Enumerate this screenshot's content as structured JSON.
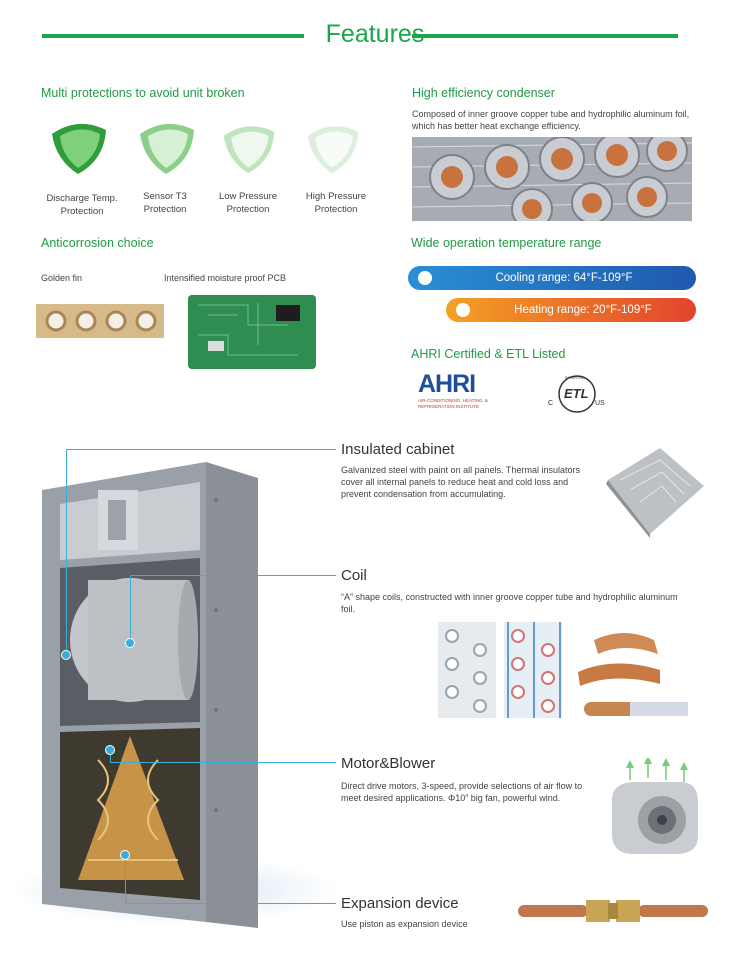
{
  "header": {
    "title": "Features"
  },
  "protections": {
    "title": "Multi protections to avoid unit broken",
    "items": [
      {
        "label": "Discharge Temp. Protection"
      },
      {
        "label": "Sensor T3 Protection"
      },
      {
        "label": "Low Pressure Protection"
      },
      {
        "label": "High Pressure Protection"
      }
    ]
  },
  "condenser": {
    "title": "High efficiency condenser",
    "desc": "Composed of inner groove copper tube and hydrophilic aluminum foil, which has better heat exchange efficiency."
  },
  "anticorrosion": {
    "title": "Anticorrosion choice",
    "fin_label": "Golden fin",
    "pcb_label": "Intensified moisture proof PCB"
  },
  "temperature": {
    "title": "Wide operation temperature range",
    "cooling": "Cooling range: 64°F-109°F",
    "heating": "Heating range: 20°F-109°F"
  },
  "certs": {
    "title": "AHRI Certified & ETL Listed",
    "ahri_logo": "AHRI",
    "ahri_sub": "AIR-CONDITIONING, HEATING, & REFRIGERATION INSTITUTE",
    "etl_logo": "ETL",
    "etl_c": "C",
    "etl_us": "US",
    "etl_ring": "INTERTEK"
  },
  "callouts": [
    {
      "title": "Insulated cabinet",
      "text": "Galvanized steel with paint on all panels. Thermal insulators cover all internal panels to reduce heat and cold loss and prevent condensation from accumulating."
    },
    {
      "title": "Coil",
      "text": "“A” shape coils, constructed with inner groove copper tube and hydrophilic aluminum foil."
    },
    {
      "title": "Motor&Blower",
      "text": "Direct drive motors, 3-speed, provide selections of air flow to meet desired applications. Φ10” big fan, powerful wind."
    },
    {
      "title": "Expansion device",
      "text": "Use piston as expansion device"
    }
  ],
  "colors": {
    "accent": "#1aa64b",
    "cooling": "#1d5fb0",
    "heating": "#e4502a",
    "callout": "#3aaed8"
  }
}
